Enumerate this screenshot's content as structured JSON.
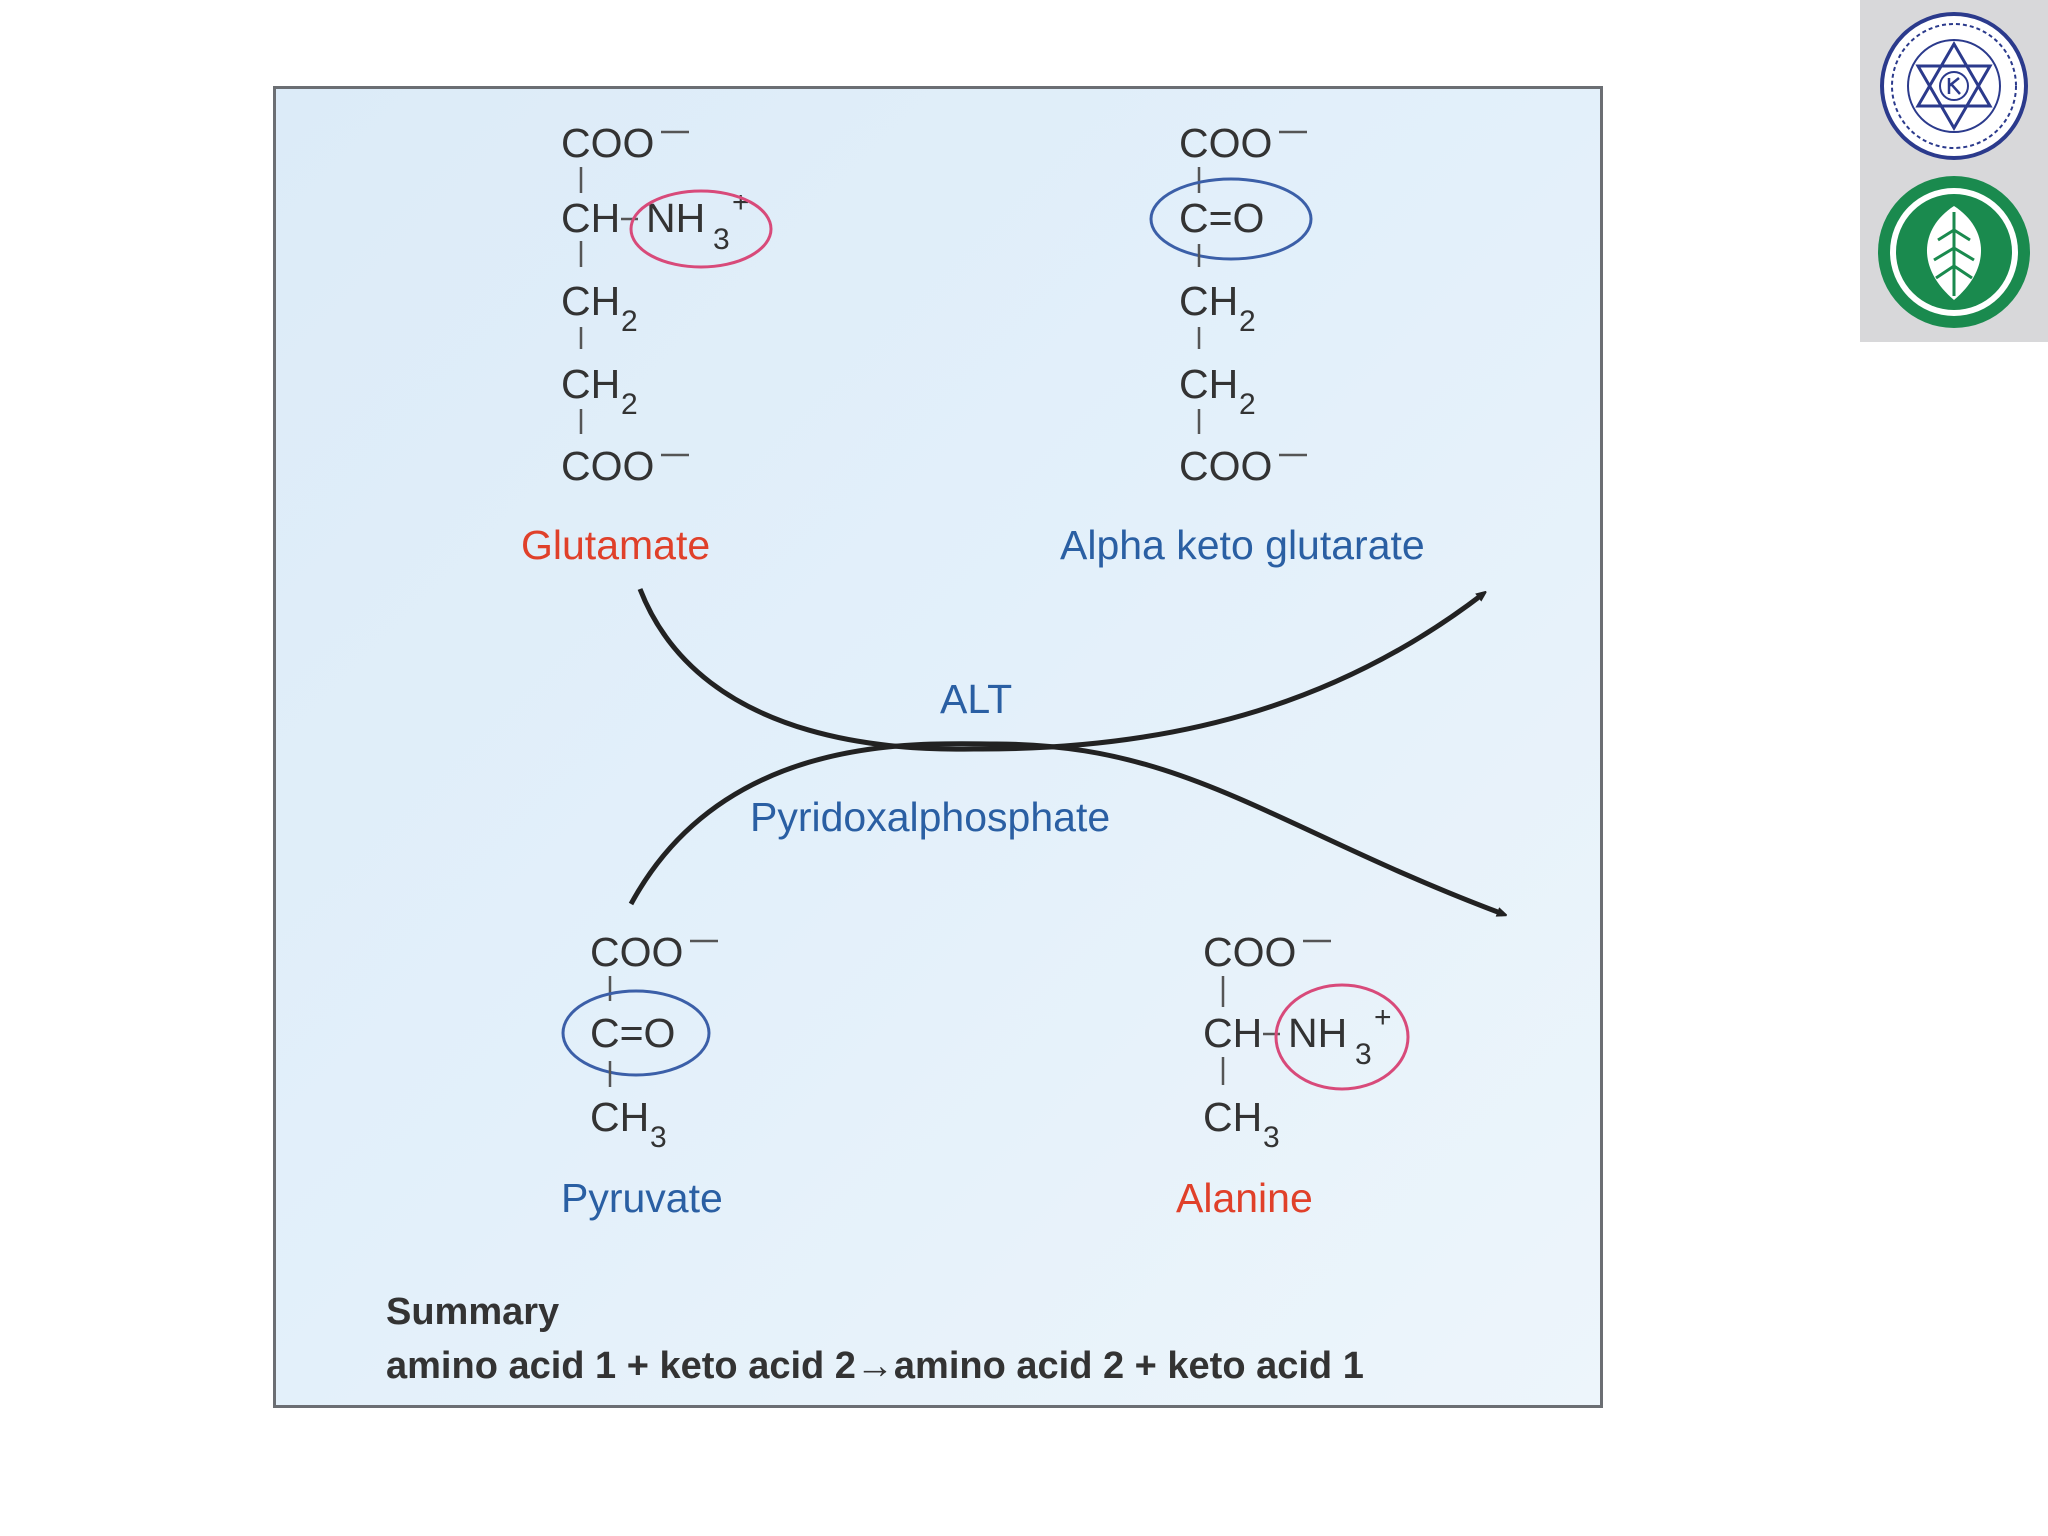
{
  "colors": {
    "amino_red": "#e0402a",
    "keto_blue": "#2a5fa3",
    "enzyme_blue": "#2a5fa3",
    "circle_red": "#d84a7a",
    "circle_blue": "#3b5fa8",
    "logo_green": "#1a8a4e",
    "logo_navy": "#2b3a8c"
  },
  "glutamate": {
    "coo_top": "COO",
    "ch": "CH",
    "nh3": "NH",
    "ch2_a": "CH",
    "ch2_b": "CH",
    "coo_bottom": "COO",
    "name": "Glutamate"
  },
  "alpha_keto_glutarate": {
    "coo_top": "COO",
    "keto": "C=O",
    "ch2_a": "CH",
    "ch2_b": "CH",
    "coo_bottom": "COO",
    "name": "Alpha keto glutarate"
  },
  "pyruvate": {
    "coo": "COO",
    "keto": "C=O",
    "ch3": "CH",
    "name": "Pyruvate"
  },
  "alanine": {
    "coo": "COO",
    "ch": "CH",
    "nh3": "NH",
    "ch3": "CH",
    "name": "Alanine"
  },
  "enzyme": "ALT",
  "cofactor": "Pyridoxalphosphate",
  "summary": {
    "heading": "Summary",
    "equation": "amino acid 1 + keto acid 2→amino acid 2 + keto acid 1"
  },
  "logos": [
    "institution-seal-logo",
    "leaf-emblem-logo"
  ]
}
